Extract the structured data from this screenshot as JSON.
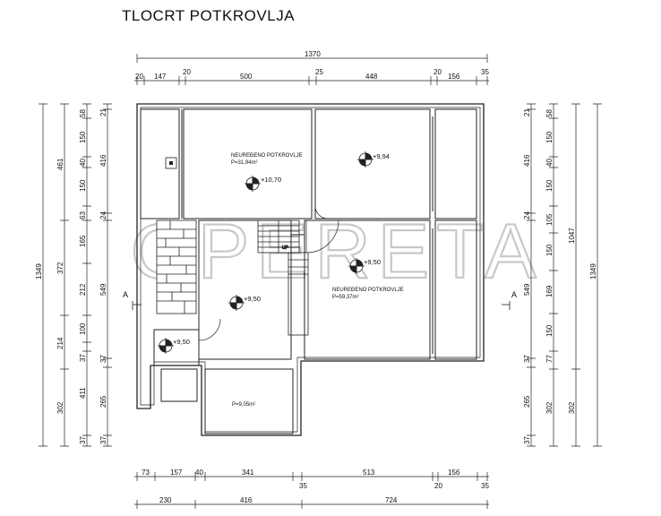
{
  "title": "TLOCRT POTKROVLJA",
  "watermark": "OPERETA",
  "dims": {
    "top_total": "1370",
    "top": [
      "20",
      "147",
      "20",
      "500",
      "25",
      "448",
      "20",
      "156",
      "35"
    ],
    "bottom1": [
      "73",
      "157",
      "40",
      "341",
      "35",
      "513",
      "20",
      "156",
      "35"
    ],
    "bottom2": [
      "230",
      "416",
      "724"
    ],
    "left_outer": "1349",
    "left_mid": [
      "461",
      "372",
      "214",
      "302"
    ],
    "left_inner": [
      "58",
      "150",
      "40",
      "150",
      "63",
      "165",
      "212",
      "100",
      "37",
      "411",
      "37"
    ],
    "left_edge": [
      "21",
      "416",
      "24",
      "549",
      "37",
      "265",
      "37"
    ],
    "right_edge": [
      "21",
      "416",
      "24",
      "549",
      "37",
      "265",
      "37"
    ],
    "right_inner": [
      "58",
      "150",
      "40",
      "150",
      "105",
      "150",
      "169",
      "150",
      "77",
      "302"
    ],
    "right_mid": [
      "1047",
      "302"
    ],
    "right_outer": "1349"
  },
  "rooms": [
    {
      "name": "NEUREĐENO POTKROVLJE",
      "area": "P=31,94m²"
    },
    {
      "name": "NEUREĐENO POTKROVLJE",
      "area": "P=59,37m²"
    },
    {
      "name": "",
      "area": "P=9,05m²"
    }
  ],
  "levels": [
    "+10,70",
    "+9,94",
    "+9,50",
    "+9,50",
    "+9,50"
  ],
  "stair_label": "UP",
  "section_marks": [
    "A",
    "A"
  ]
}
